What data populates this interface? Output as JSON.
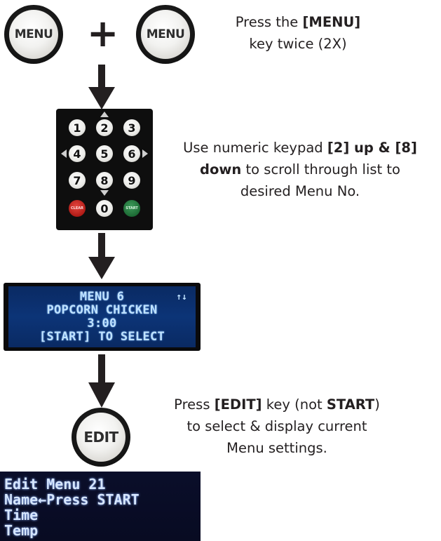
{
  "keys": {
    "menu_label": "MENU",
    "plus": "+",
    "edit_label": "EDIT"
  },
  "steps": {
    "step1": {
      "pre": "Press the ",
      "key": "[MENU]",
      "post": "key twice (2X)"
    },
    "step2": {
      "pre": "Use numeric keypad ",
      "key_up": "[2] up & [8]",
      "key_down": "down",
      "post": " to scroll through list to",
      "line3": "desired Menu No."
    },
    "step3": {
      "pre": "Press ",
      "key": "[EDIT]",
      "mid": " key (not ",
      "start": "START",
      "post": ")",
      "line2": "to select & display current",
      "line3": "Menu settings."
    }
  },
  "keypad": {
    "keys": [
      "1",
      "2",
      "3",
      "4",
      "5",
      "6",
      "7",
      "8",
      "9",
      "CLEAR",
      "0",
      "START"
    ]
  },
  "display_menu": {
    "line1": "MENU  6",
    "arrows": "↑↓",
    "line2": "POPCORN CHICKEN",
    "line3": "3:00",
    "line4": "[START] TO SELECT"
  },
  "display_edit": {
    "line1": "Edit Menu 21",
    "line2": "Name←Press START",
    "line3": "Time",
    "line4": "Temp"
  },
  "colors": {
    "arrow": "#231f20",
    "lcd_blue": "#0c3477",
    "lcd_text": "#bfe2ff",
    "clear_key": "#b01b16",
    "start_key": "#1d6b35"
  }
}
